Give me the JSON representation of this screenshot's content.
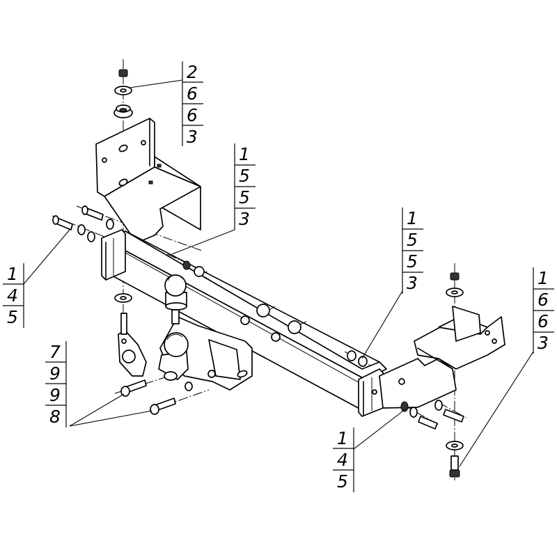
{
  "callouts": [
    {
      "id": "top-center",
      "numbers": [
        "2",
        "6",
        "6",
        "3"
      ]
    },
    {
      "id": "mid-upper",
      "numbers": [
        "1",
        "5",
        "5",
        "3"
      ]
    },
    {
      "id": "left-upper",
      "numbers": [
        "1",
        "4",
        "5"
      ]
    },
    {
      "id": "mid-right",
      "numbers": [
        "1",
        "5",
        "5",
        "3"
      ]
    },
    {
      "id": "right",
      "numbers": [
        "1",
        "6",
        "6",
        "3"
      ]
    },
    {
      "id": "left-lower",
      "numbers": [
        "7",
        "9",
        "9",
        "8"
      ]
    },
    {
      "id": "bottom-right",
      "numbers": [
        "1",
        "4",
        "5"
      ]
    }
  ]
}
